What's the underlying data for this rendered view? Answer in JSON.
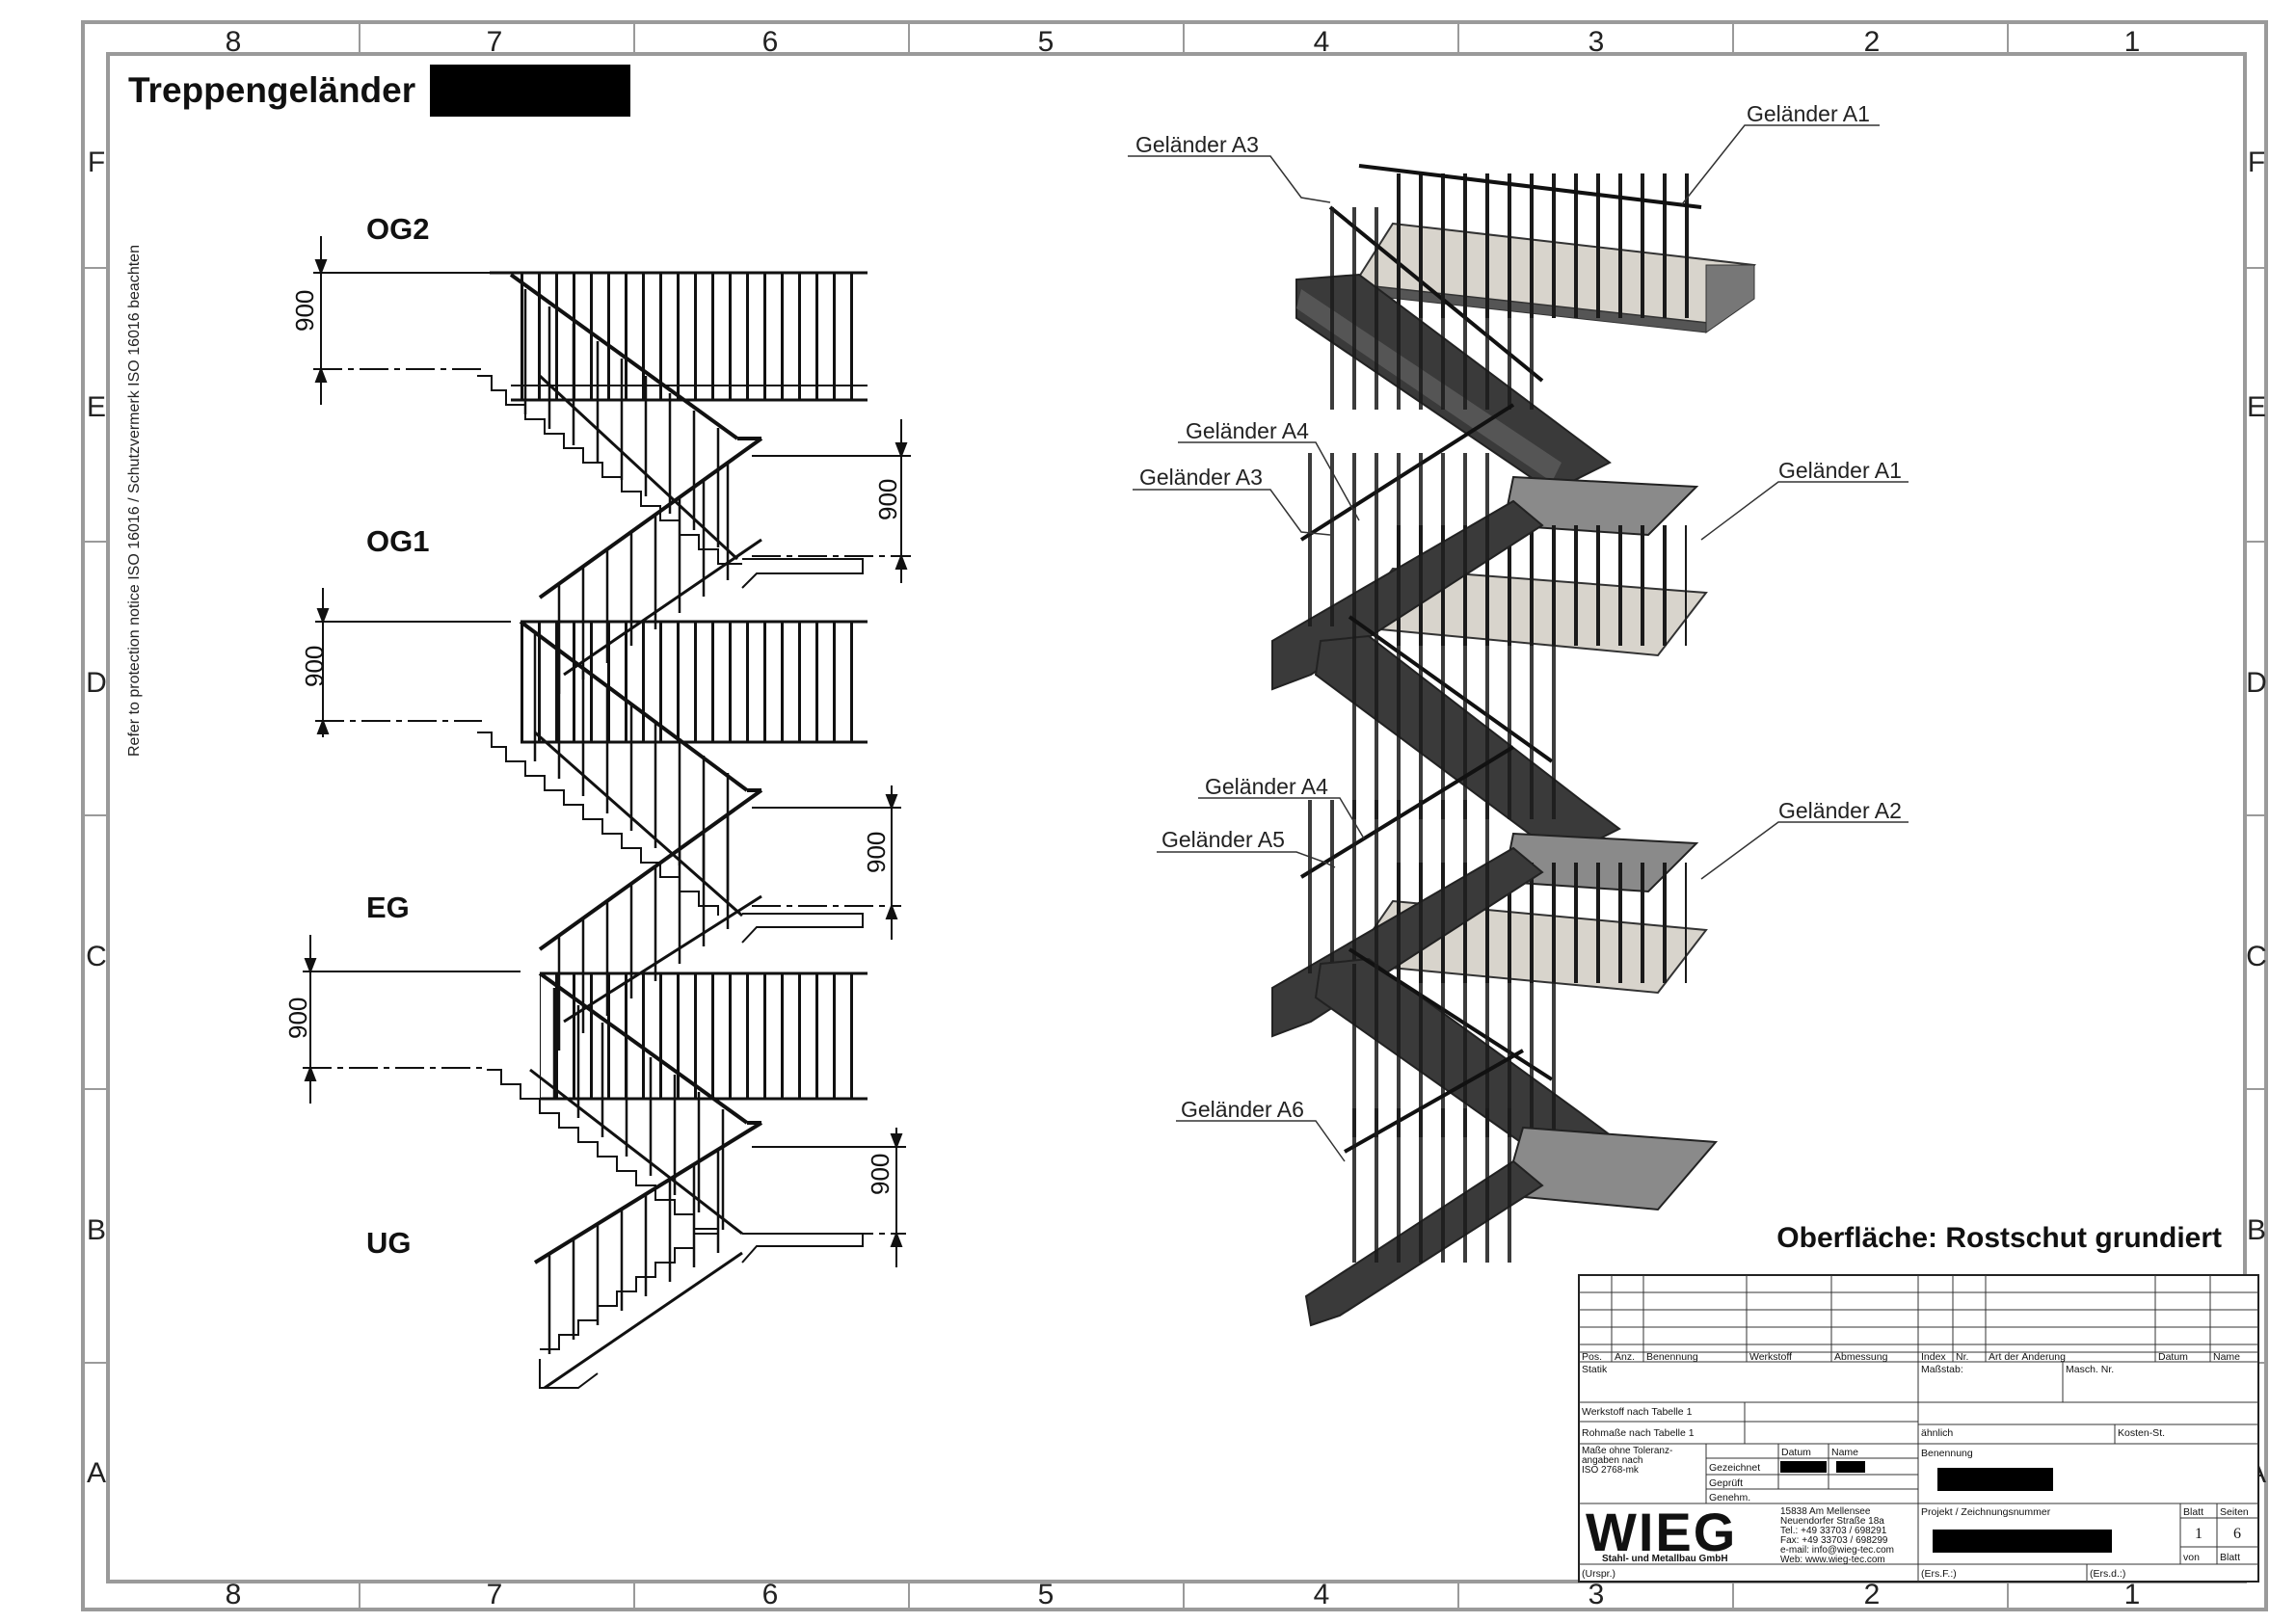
{
  "drawing": {
    "title": "Treppengeländer",
    "protection_notice": "Refer to protection notice ISO 16016 / Schutzvermerk ISO 16016 beachten",
    "surface_note": "Oberfläche: Rostschut grundiert"
  },
  "grid": {
    "columns": [
      "8",
      "7",
      "6",
      "5",
      "4",
      "3",
      "2",
      "1"
    ],
    "rows": [
      "F",
      "E",
      "D",
      "C",
      "B",
      "A"
    ]
  },
  "elevation": {
    "levels": [
      "OG2",
      "OG1",
      "EG",
      "UG"
    ],
    "dimension_value": "900"
  },
  "isometric": {
    "callouts": [
      "Geländer A3",
      "Geländer A1",
      "Geländer A4",
      "Geländer A3",
      "Geländer A1",
      "Geländer A4",
      "Geländer A5",
      "Geländer A2",
      "Geländer A6"
    ]
  },
  "title_block": {
    "headers": {
      "pos": "Pos.",
      "anz": "Anz.",
      "benennung": "Benennung",
      "werkstoff": "Werkstoff",
      "abmessung": "Abmessung",
      "index": "Index",
      "nr": "Nr.",
      "aenderung": "Art der Änderung",
      "datum": "Datum",
      "name": "Name"
    },
    "statik": "Statik",
    "massstab": "Maßstab:",
    "masch_nr": "Masch. Nr.",
    "werkstoff_tab": "Werkstoff nach Tabelle 1",
    "rohmasse_tab": "Rohmaße nach Tabelle 1",
    "aehnlich": "ähnlich",
    "kosten_st": "Kosten-St.",
    "tolerance": [
      "Maße ohne Toleranz-",
      "angaben nach",
      "ISO 2768-mk"
    ],
    "col_datum": "Datum",
    "col_name": "Name",
    "gezeichnet": "Gezeichnet",
    "geprueft": "Geprüft",
    "genehm": "Genehm.",
    "benennung_label": "Benennung",
    "projekt_label": "Projekt / Zeichnungsnummer",
    "blatt_label": "Blatt",
    "seiten_label": "Seiten",
    "blatt_value": "1",
    "seiten_value": "6",
    "von_label": "von",
    "blatt2_label": "Blatt",
    "ursprung": "(Urspr.)",
    "ersf": "(Ers.F.:)",
    "ersd": "(Ers.d.:)",
    "company": {
      "logo": "WIEG",
      "subtitle": "Stahl- und Metallbau GmbH",
      "address": [
        "15838 Am Mellensee",
        "Neuendorfer Straße 18a",
        "Tel.: +49 33703 / 698291",
        "Fax: +49 33703 / 698299",
        "e-mail: info@wieg-tec.com",
        "Web:  www.wieg-tec.com"
      ]
    }
  }
}
